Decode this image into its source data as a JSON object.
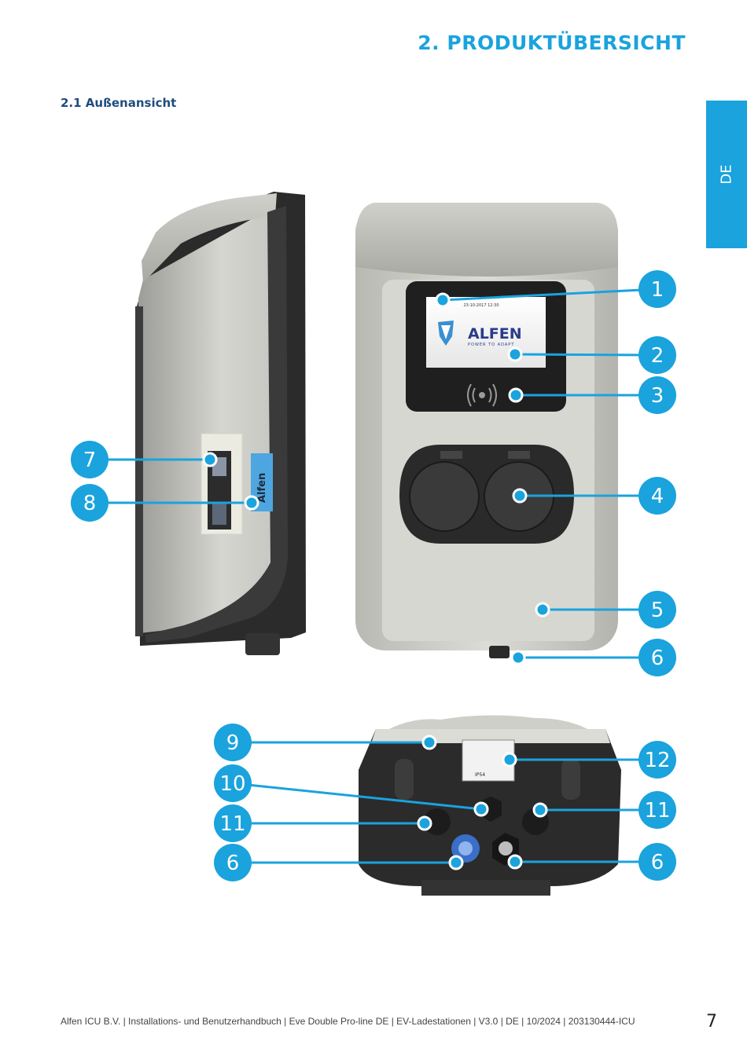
{
  "header": {
    "title": "2. PRODUKTÜBERSICHT",
    "section": "2.1 Außenansicht"
  },
  "side_tab": {
    "label": "DE"
  },
  "figure": {
    "screen_datetime": "23-10-2017 12:30",
    "brand_name": "ALFEN",
    "brand_tagline": "POWER TO ADAPT",
    "side_brand": "Alfen",
    "label_text": "IP54",
    "callout_color": "#1aa3dd",
    "callouts": {
      "c1": "1",
      "c2": "2",
      "c3": "3",
      "c4": "4",
      "c5": "5",
      "c6a": "6",
      "c7": "7",
      "c8": "8",
      "c9": "9",
      "c10": "10",
      "c11a": "11",
      "c6b": "6",
      "c12": "12",
      "c11b": "11",
      "c6c": "6"
    }
  },
  "footer": {
    "text": "Alfen ICU B.V. | Installations- und Benutzerhandbuch | Eve Double Pro-line DE | EV-Ladestationen  | V3.0 | DE | 10/2024 | 203130444-ICU",
    "page_number": "7"
  }
}
